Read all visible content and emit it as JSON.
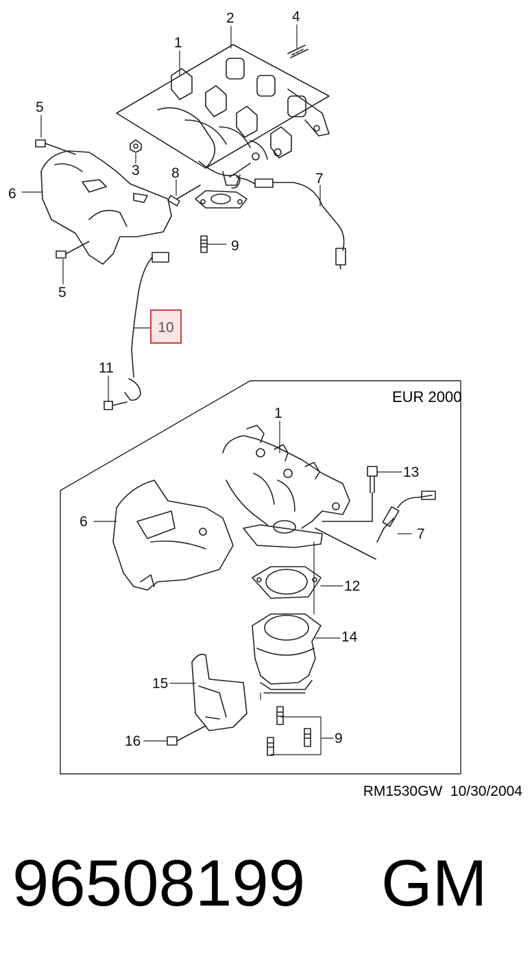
{
  "labels": {
    "n1_top": "1",
    "n2": "2",
    "n4": "4",
    "n5_top": "5",
    "n3": "3",
    "n6_top": "6",
    "n8": "8",
    "n7_top": "7",
    "n9_top": "9",
    "n5_bottom": "5",
    "n10": "10",
    "n11": "11",
    "n1_inset": "1",
    "n13": "13",
    "n6_inset": "6",
    "n7_inset": "7",
    "n12": "12",
    "n14": "14",
    "n15": "15",
    "n16": "16",
    "n9_inset": "9"
  },
  "highlight_color": "#d23a3a",
  "inset": {
    "title": "EUR 2000"
  },
  "footer": {
    "reference": "RM1530GW  10/30/2004",
    "part_number": "96508199",
    "brand": "GM"
  }
}
